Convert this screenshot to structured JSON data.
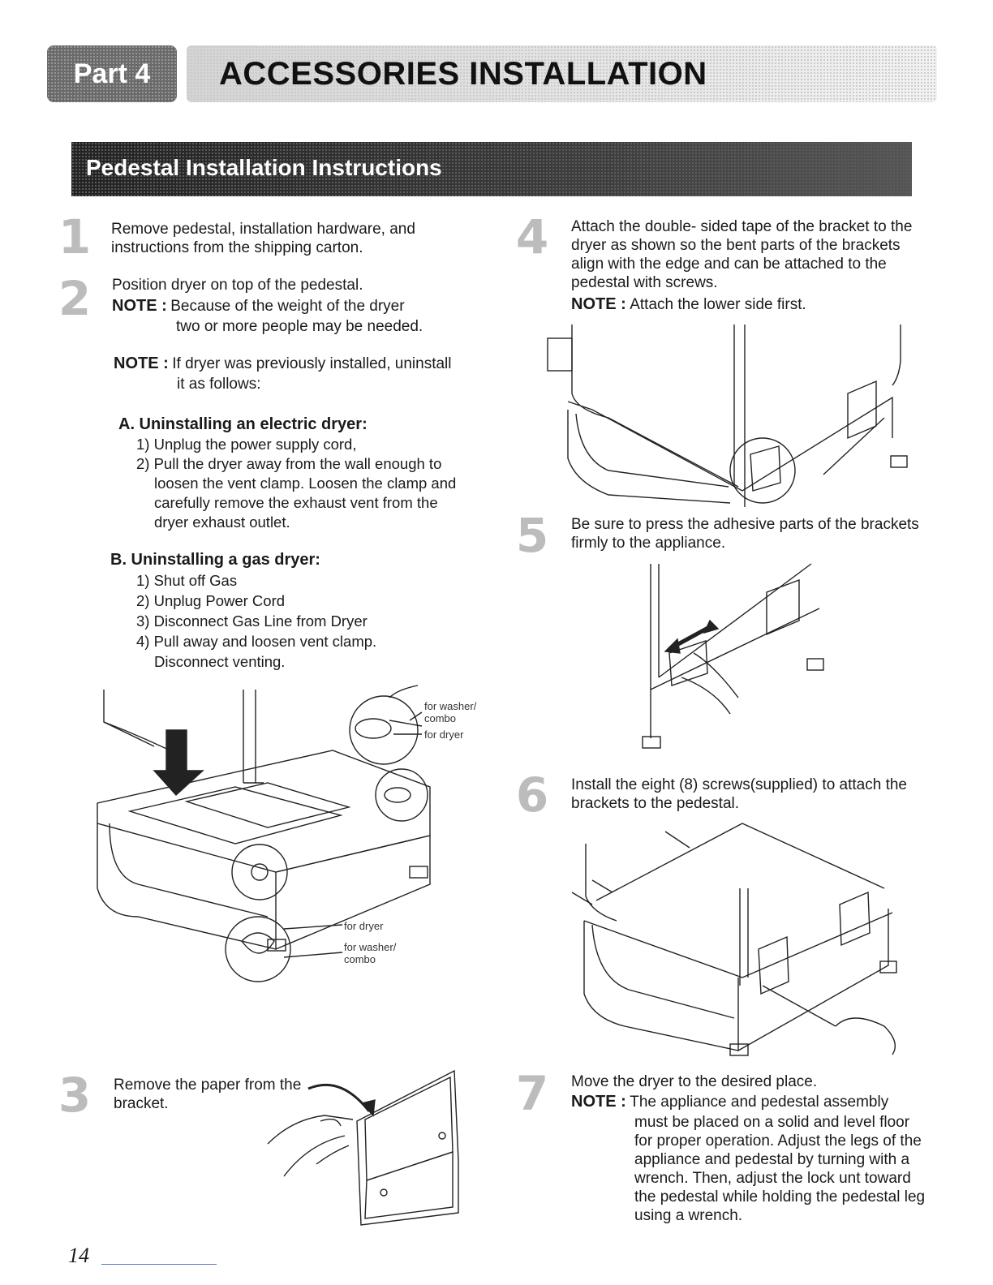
{
  "header": {
    "part_label": "Part 4",
    "title": "ACCESSORIES INSTALLATION"
  },
  "section": {
    "title": "Pedestal Installation Instructions"
  },
  "steps": [
    {
      "number": "1",
      "text": [
        "Remove pedestal, installation hardware, and",
        "instructions from the shipping carton."
      ]
    },
    {
      "number": "2",
      "text": [
        "Position dryer on top of the pedestal."
      ],
      "note_label": "NOTE :",
      "note": [
        "Because of the weight of the dryer",
        "two or more people may be needed."
      ]
    },
    {
      "number": "3",
      "text": [
        "Remove the paper from the",
        "bracket."
      ]
    },
    {
      "number": "4",
      "text": [
        "Attach the double- sided tape of the bracket to the",
        "dryer as shown so the bent parts of the brackets",
        "align with the edge and can be attached to the",
        "pedestal with screws."
      ],
      "note_label": "NOTE :",
      "note": [
        "Attach the lower side first."
      ]
    },
    {
      "number": "5",
      "text": [
        "Be sure to press the adhesive parts of  the brackets",
        "firmly to the appliance."
      ]
    },
    {
      "number": "6",
      "text": [
        "Install the eight (8) screws(supplied) to attach the",
        "brackets to the pedestal."
      ]
    },
    {
      "number": "7",
      "text": [
        "Move the dryer to the desired place."
      ],
      "note_label": "NOTE :",
      "note": [
        "The appliance and pedestal assembly",
        "must be placed on a solid and level floor",
        "for proper operation. Adjust the legs of the",
        "appliance and pedestal by turning with a",
        "wrench. Then, adjust the lock unt toward",
        "the pedestal while holding the pedestal leg",
        "using a wrench."
      ]
    }
  ],
  "uninstall": {
    "note_label": "NOTE :",
    "note": [
      "If dryer was previously installed, uninstall",
      "it as follows:"
    ],
    "electric": {
      "heading": "A. Uninstalling an electric dryer:",
      "items": [
        "1) Unplug the power supply cord,",
        "2) Pull the dryer away from the wall enough to",
        "loosen the vent clamp. Loosen the clamp and",
        "carefully remove the exhaust vent from the",
        "dryer exhaust outlet."
      ]
    },
    "gas": {
      "heading": "B. Uninstalling a gas dryer:",
      "items": [
        "1) Shut off Gas",
        "2) Unplug Power Cord",
        "3) Disconnect Gas Line from Dryer",
        "4) Pull away and loosen vent clamp.",
        "Disconnect venting."
      ]
    }
  },
  "figure_labels": {
    "top_washer": [
      "for washer/",
      "combo"
    ],
    "top_dryer": "for dryer",
    "bottom_dryer": "for dryer",
    "bottom_washer": [
      "for washer/",
      "combo"
    ]
  },
  "page_number": "14"
}
